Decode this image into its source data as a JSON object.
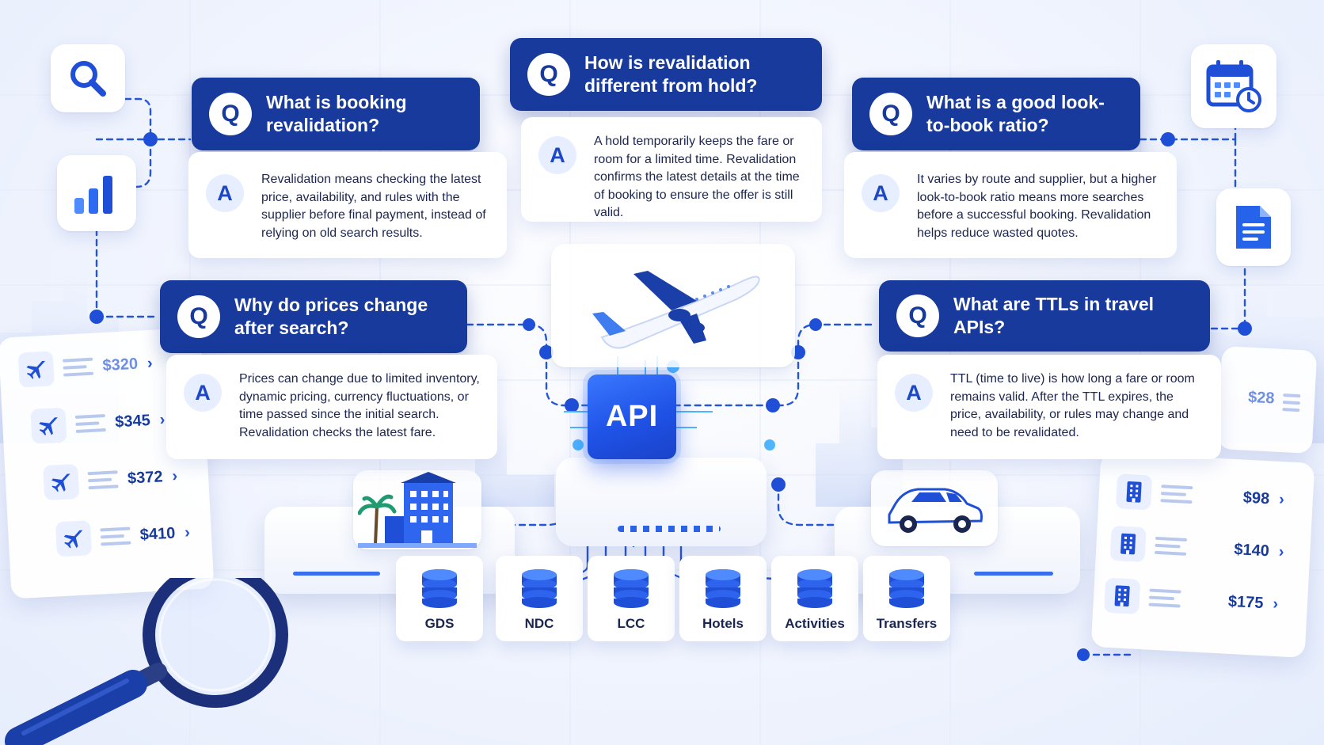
{
  "colors": {
    "navy": "#173a9c",
    "accent": "#2451d6",
    "chip": "#1f52e6",
    "background": "#eef3fd"
  },
  "qa": [
    {
      "question": "What is booking revalidation?",
      "answer": "Revalidation means checking the latest price, availability, and rules with the supplier before final payment, instead of relying on old search results."
    },
    {
      "question": "How is revalidation different from hold?",
      "answer": "A hold temporarily keeps the fare or room for a limited time. Revalidation confirms the latest details at the time of booking to ensure the offer is still valid."
    },
    {
      "question": "What is a good look-to-book ratio?",
      "answer": "It varies by route and supplier, but a higher look-to-book ratio means more searches before a successful booking. Revalidation helps reduce wasted quotes."
    },
    {
      "question": "Why do prices change after search?",
      "answer": "Prices can change due to limited inventory, dynamic pricing, currency fluctuations, or time passed since the initial search. Revalidation checks the latest fare."
    },
    {
      "question": "What are TTLs in travel APIs?",
      "answer": "TTL (time to live) is how long a fare or room remains valid. After the TTL expires, the price, availability, or rules may change and need to be revalidated."
    }
  ],
  "badges": {
    "q": "Q",
    "a": "A"
  },
  "api_label": "API",
  "sources": [
    "GDS",
    "NDC",
    "LCC",
    "Hotels",
    "Activities",
    "Transfers"
  ],
  "flight_prices": [
    "$320",
    "$345",
    "$372",
    "$410"
  ],
  "hotel_prices": [
    "$98",
    "$140",
    "$175"
  ],
  "hotel_partial_price": "$28",
  "icons": {
    "top_left": "search-icon",
    "left": "bar-chart-icon",
    "top_right": "calendar-clock-icon",
    "right": "document-icon",
    "flight_rows": "airplane-icon",
    "hotel_rows": "hotel-building-icon",
    "sources": "database-icon",
    "center": "airplane-illustration",
    "left_platform": "hotel-illustration",
    "right_platform": "car-illustration",
    "bottom_left": "magnifying-glass-illustration"
  }
}
